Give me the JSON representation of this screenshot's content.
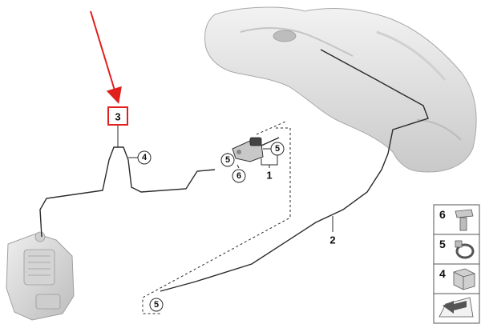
{
  "colors": {
    "line": "#2a2a2a",
    "highlight": "#e0201c",
    "part_fill": "#dcdcdc",
    "part_shade": "#b9b9b9",
    "legend_border": "#555555"
  },
  "labels": {
    "item_3": "3",
    "item_4": "4",
    "item_5_valve_upper": "5",
    "item_5_valve_lower": "5",
    "item_6": "6",
    "item_1": "1",
    "item_2": "2",
    "item_5_bottom": "5"
  },
  "legend": [
    {
      "number": "6",
      "icon": "screw-icon"
    },
    {
      "number": "5",
      "icon": "hose-clamp-icon"
    },
    {
      "number": "4",
      "icon": "clip-nut-icon"
    },
    {
      "number": "",
      "icon": "arrow-sheet-icon"
    }
  ],
  "parts": {
    "fuel_tank": "fuel-tank-icon",
    "auxiliary_heater": "auxiliary-heater-icon",
    "dosing_valve": "valve-icon"
  }
}
